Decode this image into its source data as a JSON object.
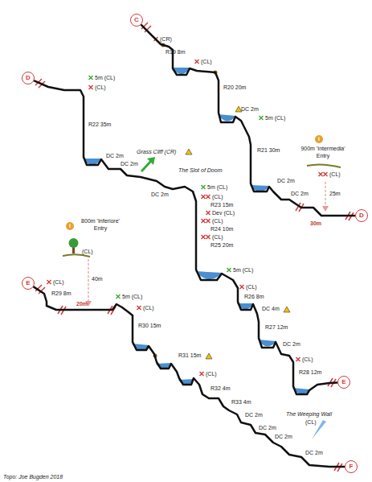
{
  "diagram": {
    "nodes": [
      {
        "text": [
          "C"
        ]
      },
      {
        "text": [
          "D"
        ]
      },
      {
        "text": [
          "D"
        ]
      },
      {
        "text": [
          "E"
        ]
      },
      {
        "text": [
          "E"
        ]
      },
      {
        "text": [
          "F"
        ]
      }
    ],
    "edges": [
      {
        "from": 0,
        "to": 1,
        "arrow": "none"
      },
      {
        "from": 2,
        "to": 3,
        "arrow": "none"
      },
      {
        "from": 4,
        "to": 5,
        "arrow": "none"
      }
    ],
    "labels": [
      "(CR)",
      "R19 8m",
      "(CL)",
      "R20 20m",
      "DC 2m",
      "5m (CL)",
      "R21 30m",
      "DC 2m",
      "DC 2m",
      "i",
      "900m 'Intermedia' Entry",
      "(CL)",
      "25m",
      "30m",
      "5m (CL)",
      "(CL)",
      "R22 35m",
      "DC 2m",
      "DC 2m",
      "Grass Cliff (CR)",
      "The Slot of Doom",
      "DC 2m",
      "5m (CL)",
      "(CL)",
      "R23 15m",
      "Dev (CL)",
      "(CL)",
      "R24 10m",
      "(CL)",
      "R25 20m",
      "5m (CL)",
      "(CL)",
      "R26 8m",
      "DC 4m",
      "R27 12m",
      "DC 2m",
      "(CL)",
      "R28 12m",
      "i",
      "800m 'Inferiore' Entry",
      "(CL)",
      "40m",
      "(CL)",
      "R29 8m",
      "20m",
      "5m (CL)",
      "(CL)",
      "R30 15m",
      "R31 15m",
      "(CL)",
      "R32 4m",
      "R33 4m",
      "DC 2m",
      "DC 2m",
      "DC 2m",
      "The Weeping Wall",
      "(CL)",
      "DC 2m",
      "Topo: Joe Bugden 2018"
    ]
  }
}
